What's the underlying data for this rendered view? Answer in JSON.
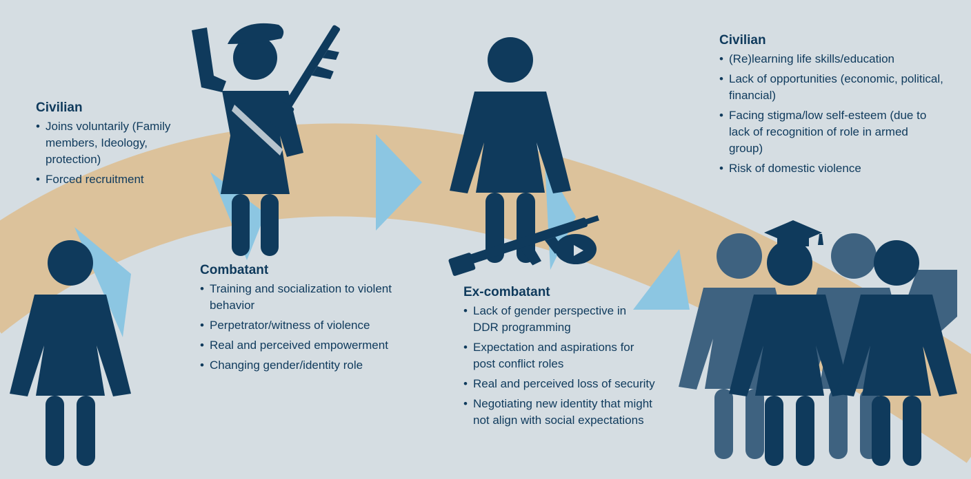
{
  "colors": {
    "background": "#d5dde2",
    "arc": "#dcc29b",
    "arrow": "#8cc6e2",
    "figure": "#0f3a5c",
    "figure_faded": "#3e6280",
    "text": "#0f3a5c"
  },
  "stages": [
    {
      "title": "Civilian",
      "items": [
        "Joins voluntarily (Family members, Ideology, protection)",
        "Forced recruitment"
      ]
    },
    {
      "title": "Combatant",
      "items": [
        "Training and socialization to violent behavior",
        "Perpetrator/witness of violence",
        "Real and perceived empowerment",
        "Changing gender/identity role"
      ]
    },
    {
      "title": "Ex-combatant",
      "items": [
        "Lack of gender perspective in DDR programming",
        "Expectation and aspirations for post conflict roles",
        "Real and perceived loss of security",
        "Negotiating new identity that might not align with social expectations"
      ]
    },
    {
      "title": "Civilian",
      "items": [
        "(Re)learning life skills/education",
        "Lack of opportunities (economic, political, financial)",
        "Facing stigma/low self-esteem (due to lack of recognition of role in armed group)",
        "Risk of domestic violence"
      ]
    }
  ],
  "icons": [
    "civilian-woman-icon",
    "saluting-soldier-icon",
    "rifle-icon",
    "beret-icon",
    "ex-combatant-woman-icon",
    "graduate-group-icon",
    "arrow-icon"
  ]
}
